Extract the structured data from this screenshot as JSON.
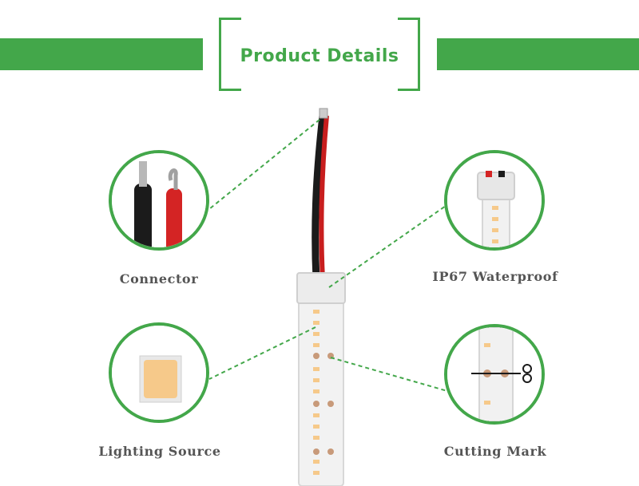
{
  "header": {
    "title": "Product Details"
  },
  "features": [
    {
      "label": "Connector"
    },
    {
      "label": "IP67  Waterproof"
    },
    {
      "label": "Lighting  Source"
    },
    {
      "label": "Cutting  Mark"
    }
  ],
  "colors": {
    "accent": "#43a74a",
    "label": "#555555",
    "led": "#f6c98a",
    "wire_red": "#c81e1e",
    "wire_black": "#1b1b1b"
  }
}
